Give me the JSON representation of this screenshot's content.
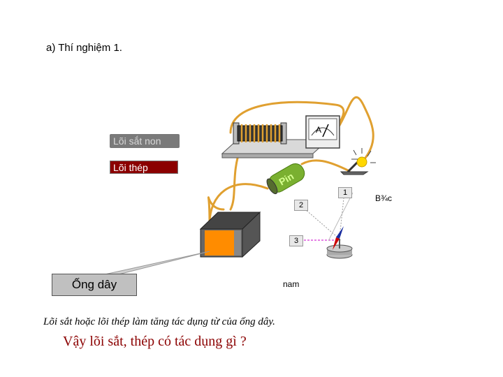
{
  "title": "a) Thí nghiệm 1.",
  "labels": {
    "soft_iron": "Lõi sắt non",
    "steel": "Lõi thép",
    "coil": "Ống dây",
    "battery": "Pin",
    "ammeter": "A"
  },
  "positions": {
    "p1": "1",
    "p2": "2",
    "p3": "3"
  },
  "directions": {
    "north": "B¾c",
    "south": "nam"
  },
  "caption": "Lõi sắt hoặc lõi thép làm tăng tác dụng từ của ống dây.",
  "question": "Vậy lõi sắt, thép có tác dụng gì ?",
  "colors": {
    "wire": "#e0a030",
    "steel_label": "#8b0000",
    "iron_label": "#7a7a7a",
    "coil_core": "#ff8c00",
    "battery": "#7ab030",
    "question_text": "#8b0000"
  }
}
